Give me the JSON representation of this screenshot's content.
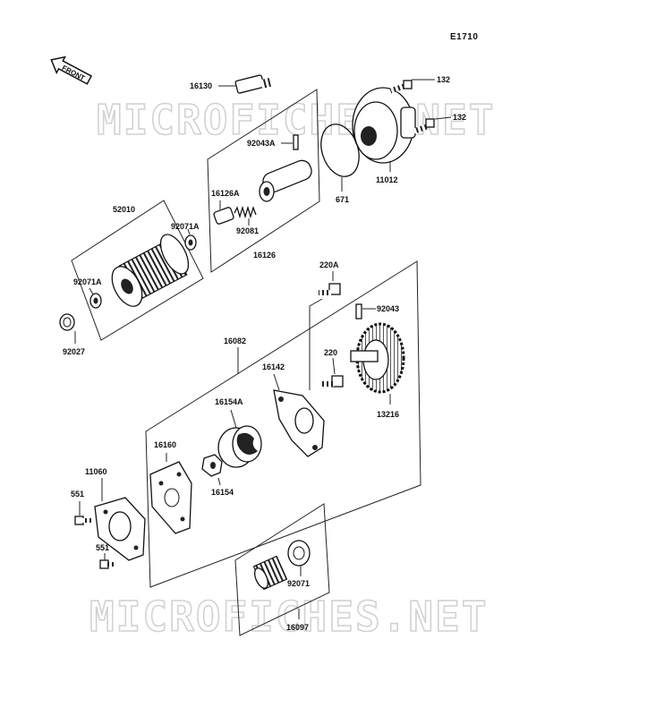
{
  "diagram_code": "E1710",
  "front_label": "FRONT",
  "watermark": "MICROFICHES.NET",
  "parts": {
    "p16130": "16130",
    "p132a": "132",
    "p132b": "132",
    "p92043A": "92043A",
    "p16126A": "16126A",
    "p92081": "92081",
    "p16126": "16126",
    "p671": "671",
    "p11012": "11012",
    "p52010": "52010",
    "p92071A_top": "92071A",
    "p92071A_left": "92071A",
    "p92027": "92027",
    "p220A": "220A",
    "p92043": "92043",
    "p16082": "16082",
    "p220": "220",
    "p16142": "16142",
    "p13216": "13216",
    "p16154A": "16154A",
    "p16160": "16160",
    "p11060": "11060",
    "p551a": "551",
    "p551b": "551",
    "p16154": "16154",
    "p92071": "92071",
    "p16097": "16097"
  }
}
